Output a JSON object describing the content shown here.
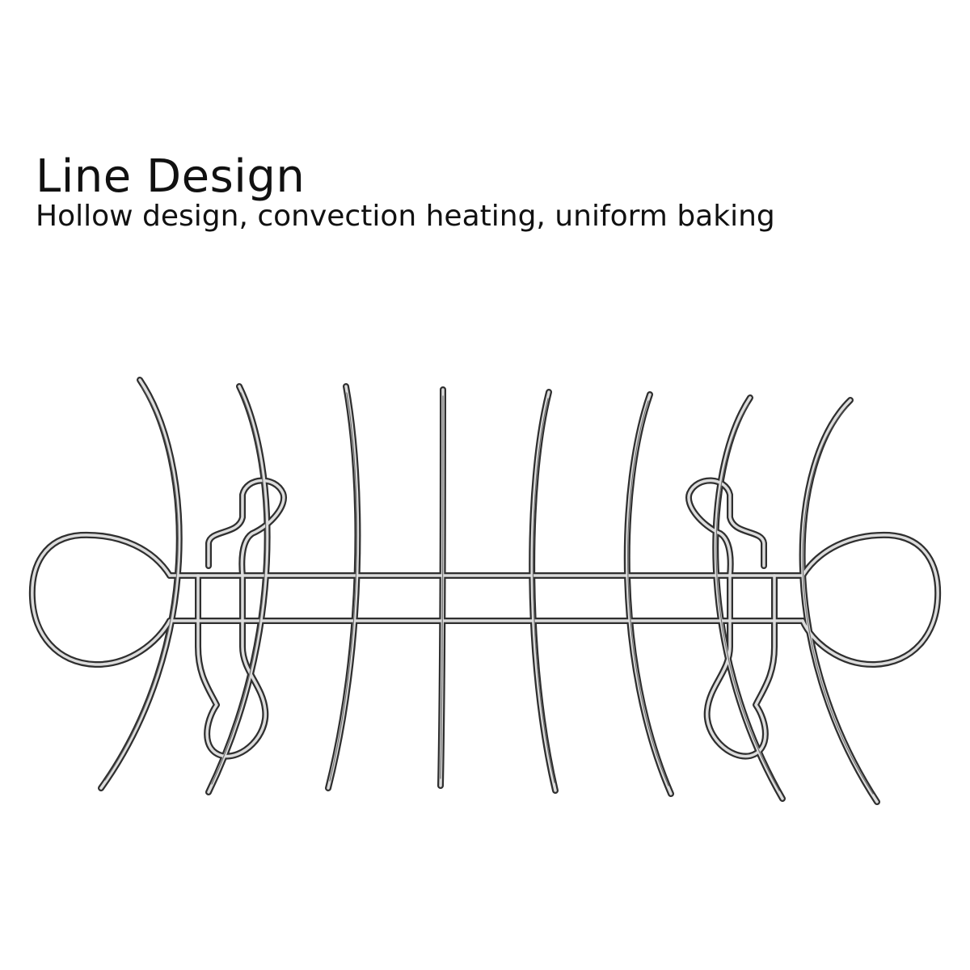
{
  "heading": {
    "title": "Line Design",
    "subtitle": "Hollow design, convection heating, uniform baking"
  },
  "product_image": {
    "subject": "rotisserie-fish-rack",
    "spike_count": 8,
    "colors": {
      "background": "#ffffff",
      "metal_outline": "#2a2a2a",
      "metal_fill": "#d8d8d8",
      "text": "#111111"
    }
  }
}
